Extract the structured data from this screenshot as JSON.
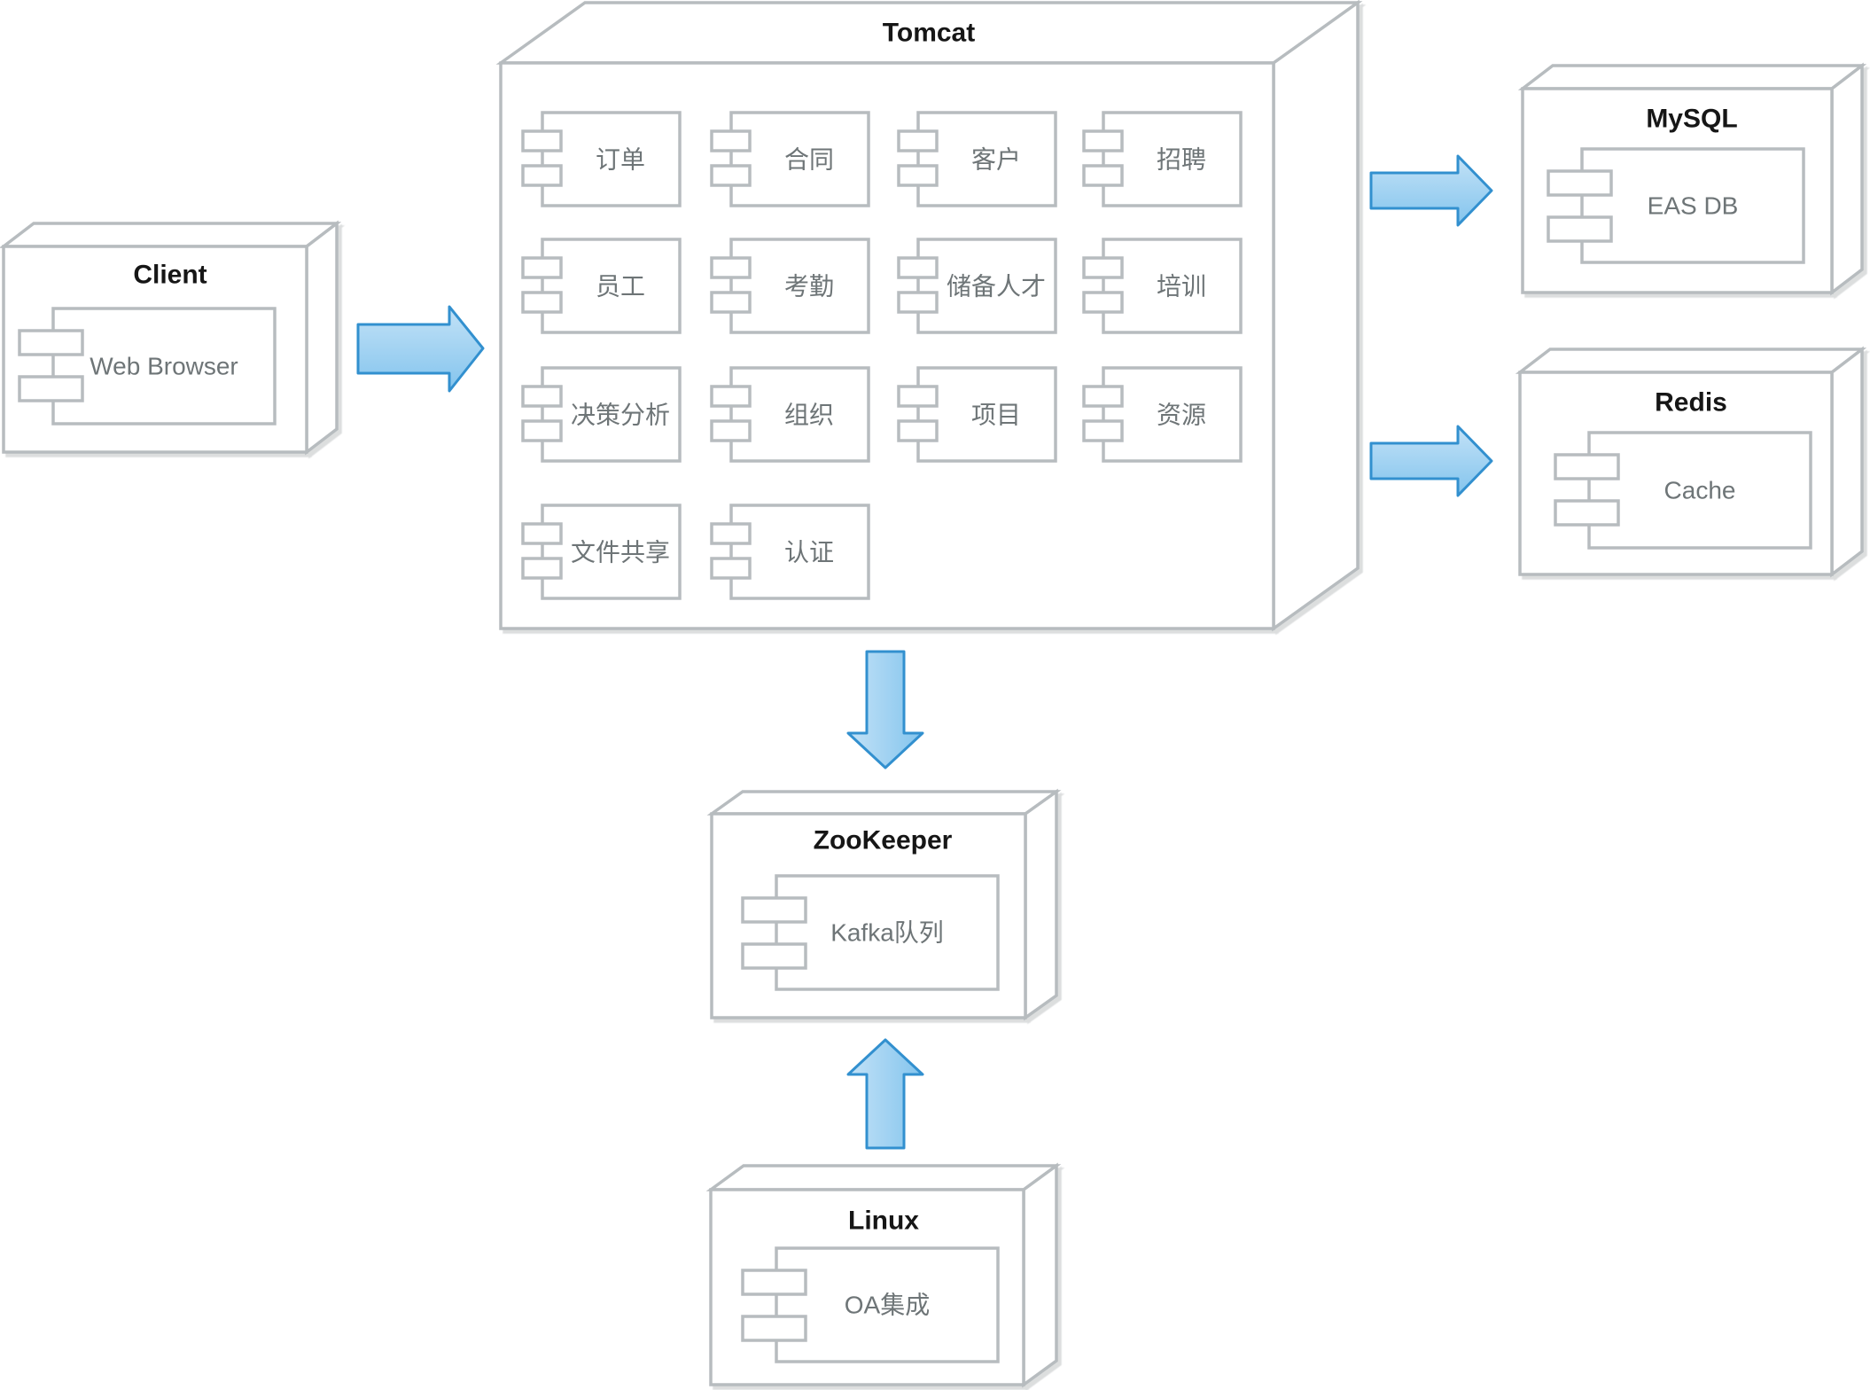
{
  "nodes": {
    "client": {
      "title": "Client",
      "component": "Web Browser"
    },
    "tomcat": {
      "title": "Tomcat",
      "components": [
        "订单",
        "合同",
        "客户",
        "招聘",
        "员工",
        "考勤",
        "储备人才",
        "培训",
        "决策分析",
        "组织",
        "项目",
        "资源",
        "文件共享",
        "认证"
      ]
    },
    "mysql": {
      "title": "MySQL",
      "component": "EAS DB"
    },
    "redis": {
      "title": "Redis",
      "component": "Cache"
    },
    "zookeeper": {
      "title": "ZooKeeper",
      "component": "Kafka队列"
    },
    "linux": {
      "title": "Linux",
      "component": "OA集成"
    }
  },
  "colors": {
    "node_stroke": "#b7bcbf",
    "title_text": "#161616",
    "label_text": "#6e7477",
    "arrow_fill_light": "#c3e2f7",
    "arrow_fill_dark": "#83c4ed",
    "arrow_stroke": "#3290cf"
  }
}
